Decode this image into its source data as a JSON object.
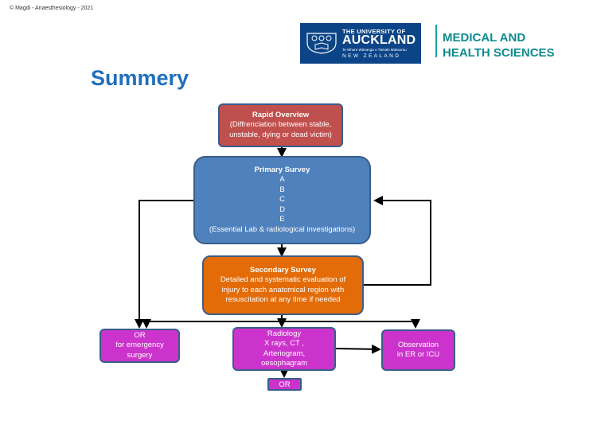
{
  "copyright": "© Magdi - Anaesthesiology - 2021",
  "logo": {
    "line1": "THE UNIVERSITY OF",
    "line2": "AUCKLAND",
    "line3": "Te Whare Wānanga o Tāmaki Makaurau",
    "line4": "NEW ZEALAND",
    "faculty_line1": "MEDICAL AND",
    "faculty_line2": "HEALTH SCIENCES"
  },
  "title": "Summery",
  "flowchart": {
    "rapid_overview": {
      "heading": "Rapid Overview",
      "lines": [
        "(Diffrenciation between stable,",
        "unstable, dying or dead victim)"
      ]
    },
    "primary_survey": {
      "heading": "Primary Survey",
      "lines": [
        "A",
        "B",
        "C",
        "D",
        "E",
        "(Essential Lab & radiological investigations)"
      ]
    },
    "secondary_survey": {
      "heading": "Secondary Survey",
      "lines": [
        "Detailed and systematic evaluation of",
        "injury to each anatomical region with",
        "resuscitation at any time if needed"
      ]
    },
    "or_emergency": {
      "lines": [
        "OR",
        "for emergency",
        "surgery"
      ]
    },
    "radiology": {
      "lines": [
        "Radiology",
        "X rays, CT ,",
        "Arteriogram,",
        "oesophagram"
      ]
    },
    "observation": {
      "lines": [
        "Observation",
        "in ER or ICU"
      ]
    },
    "or_small": {
      "label": "OR"
    }
  },
  "colors": {
    "red": "#c0504d",
    "blue": "#4f81bd",
    "orange": "#e36c09",
    "magenta": "#cc33cc",
    "border": "#385d8a",
    "title": "#1f6fbd",
    "brand": "#0c4587",
    "faculty": "#0e8c8f"
  }
}
